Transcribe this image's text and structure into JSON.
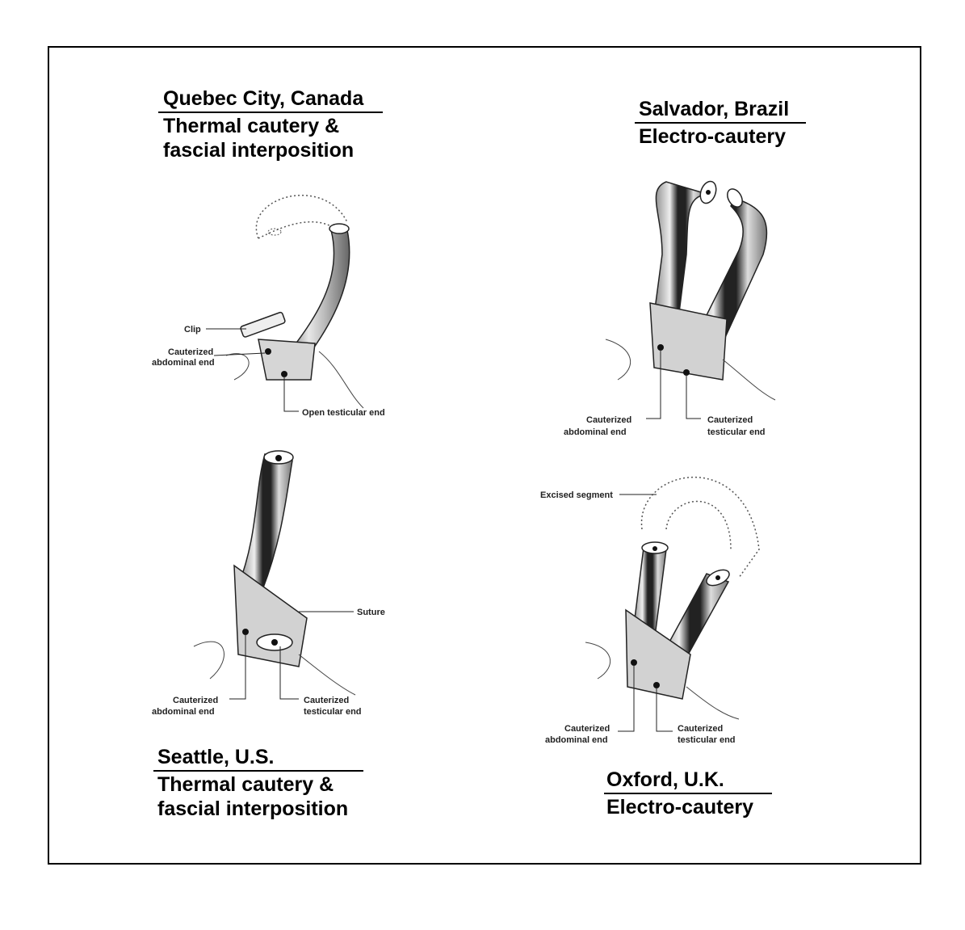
{
  "panels": {
    "quebec": {
      "city": "Quebec City, Canada",
      "method_line1": "Thermal cautery &",
      "method_line2": "fascial interposition",
      "labels": {
        "clip": "Clip",
        "abd_line1": "Cauterized",
        "abd_line2": "abdominal end",
        "open_testicular": "Open testicular end"
      }
    },
    "salvador": {
      "city": "Salvador, Brazil",
      "method_line1": "Electro-cautery",
      "labels": {
        "abd_line1": "Cauterized",
        "abd_line2": "abdominal end",
        "test_line1": "Cauterized",
        "test_line2": "testicular end"
      }
    },
    "seattle": {
      "city": "Seattle, U.S.",
      "method_line1": "Thermal cautery &",
      "method_line2": "fascial interposition",
      "labels": {
        "suture": "Suture",
        "abd_line1": "Cauterized",
        "abd_line2": "abdominal end",
        "test_line1": "Cauterized",
        "test_line2": "testicular end"
      }
    },
    "oxford": {
      "city": "Oxford, U.K.",
      "method_line1": "Electro-cautery",
      "labels": {
        "excised": "Excised segment",
        "abd_line1": "Cauterized",
        "abd_line2": "abdominal end",
        "test_line1": "Cauterized",
        "test_line2": "testicular end"
      }
    }
  }
}
